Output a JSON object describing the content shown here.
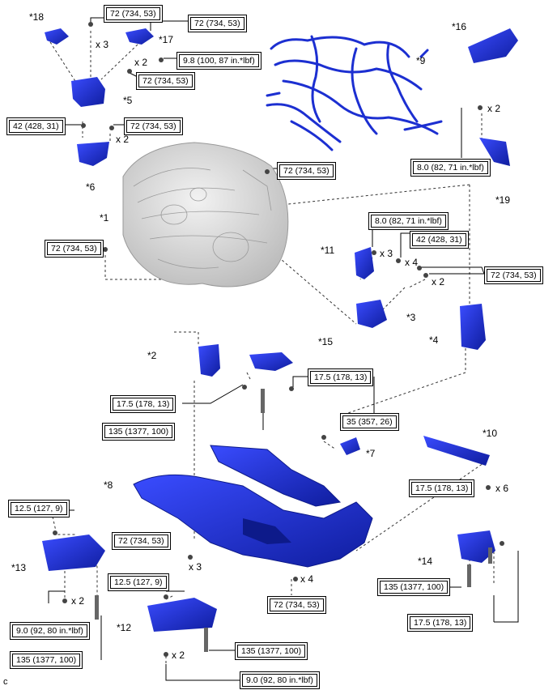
{
  "torque_specs": {
    "t1": "72 (734, 53)",
    "t2": "72 (734, 53)",
    "t3": "9.8 (100, 87 in.*lbf)",
    "t4": "72 (734, 53)",
    "t5": "42 (428, 31)",
    "t6": "72 (734, 53)",
    "t7": "72 (734, 53)",
    "t8": "8.0 (82, 71 in.*lbf)",
    "t9": "72 (734, 53)",
    "t10": "8.0 (82, 71 in.*lbf)",
    "t11": "42 (428, 31)",
    "t12": "72 (734, 53)",
    "t13": "17.5 (178, 13)",
    "t14": "17.5 (178, 13)",
    "t15": "135 (1377, 100)",
    "t16": "35 (357, 26)",
    "t17": "17.5 (178, 13)",
    "t18": "12.5 (127, 9)",
    "t19": "72 (734, 53)",
    "t20": "12.5 (127, 9)",
    "t21": "135 (1377, 100)",
    "t22": "9.0 (92, 80 in.*lbf)",
    "t23": "135 (1377, 100)",
    "t24": "72 (734, 53)",
    "t25": "135 (1377, 100)",
    "t26": "17.5 (178, 13)",
    "t27": "9.0 (92, 80 in.*lbf)"
  },
  "parts": {
    "p1": "*1",
    "p2": "*2",
    "p3": "*3",
    "p4": "*4",
    "p5": "*5",
    "p6": "*6",
    "p7": "*7",
    "p8": "*8",
    "p9": "*9",
    "p10": "*10",
    "p11": "*11",
    "p12": "*12",
    "p13": "*13",
    "p14": "*14",
    "p15": "*15",
    "p16": "*16",
    "p17": "*17",
    "p18": "*18",
    "p19": "*19"
  },
  "quantities": {
    "q_x3": "x 3",
    "q_x2": "x 2",
    "q_x4": "x 4",
    "q_x6": "x 6"
  },
  "corner_letter": "c",
  "colors": {
    "part_blue": "#1c2fd1",
    "part_dark": "#0d1a8a",
    "engine_gray": "#d8d8d8"
  }
}
